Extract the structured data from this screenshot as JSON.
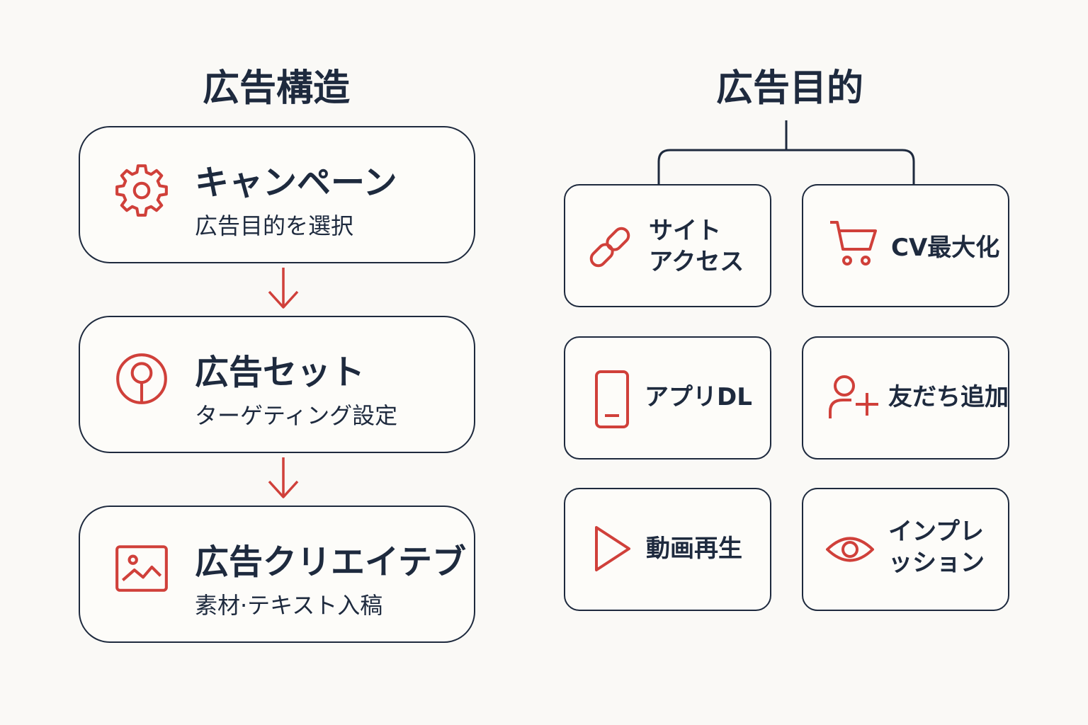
{
  "structure": {
    "title": "広告構造",
    "steps": [
      {
        "title": "キャンペーン",
        "subtitle": "広告目的を選択",
        "icon": "gear-icon"
      },
      {
        "title": "広告セット",
        "subtitle": "ターゲティング設定",
        "icon": "target-pin-icon"
      },
      {
        "title": "広告クリエイテブ",
        "subtitle": "素材·テキスト入稿",
        "icon": "image-icon"
      }
    ]
  },
  "objectives": {
    "title": "広告目的",
    "items": [
      {
        "label_line1": "サイト",
        "label_line2": "アクセス",
        "icon": "link-icon"
      },
      {
        "label_line1": "CV最大化",
        "label_line2": "",
        "icon": "cart-icon"
      },
      {
        "label_line1": "アプリDL",
        "label_line2": "",
        "icon": "smartphone-icon"
      },
      {
        "label_line1": "友だち追加",
        "label_line2": "",
        "icon": "add-friend-icon"
      },
      {
        "label_line1": "動画再生",
        "label_line2": "",
        "icon": "play-icon"
      },
      {
        "label_line1": "インプレ",
        "label_line2": "ッション",
        "icon": "eye-icon"
      }
    ]
  },
  "colors": {
    "ink": "#1e2a3e",
    "accent": "#d0403a",
    "background": "#faf9f6"
  }
}
